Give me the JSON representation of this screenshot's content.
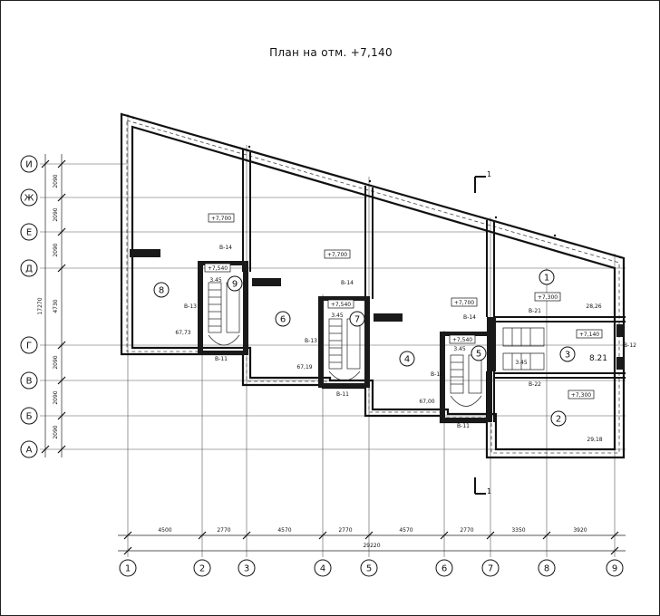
{
  "plan_title": "План на отм. +7,140",
  "row_axes": [
    "И",
    "Ж",
    "Е",
    "Д",
    "Г",
    "В",
    "Б",
    "А"
  ],
  "row_dims": [
    "2090",
    "2090",
    "2090",
    "4730",
    "2090",
    "2090",
    "2090"
  ],
  "row_total": "17270",
  "col_axes": [
    "1",
    "2",
    "3",
    "4",
    "5",
    "6",
    "7",
    "8",
    "9"
  ],
  "col_dims": [
    "4500",
    "2770",
    "4570",
    "2770",
    "4570",
    "2770",
    "3350",
    "3920"
  ],
  "col_total": "29220",
  "section_mark": "1",
  "rooms": [
    "8",
    "9",
    "6",
    "7",
    "4",
    "5",
    "1",
    "3",
    "2"
  ],
  "elevations": [
    "+7,700",
    "+7,700",
    "+7,540",
    "+7,540",
    "+7,700",
    "+7,540",
    "+7,300",
    "+7,140",
    "+7,300"
  ],
  "stair_values": [
    "3.45",
    "3.45",
    "3.45",
    "3.45"
  ],
  "area_values": [
    "67,73",
    "67,19",
    "67,00",
    "28,26",
    "8.21",
    "29,18"
  ],
  "wall_marks": [
    "В-14",
    "В-13",
    "В-11",
    "В-14",
    "В-13",
    "В-11",
    "В-14",
    "В-13",
    "В-11",
    "В-21",
    "В-22",
    "В-12"
  ]
}
